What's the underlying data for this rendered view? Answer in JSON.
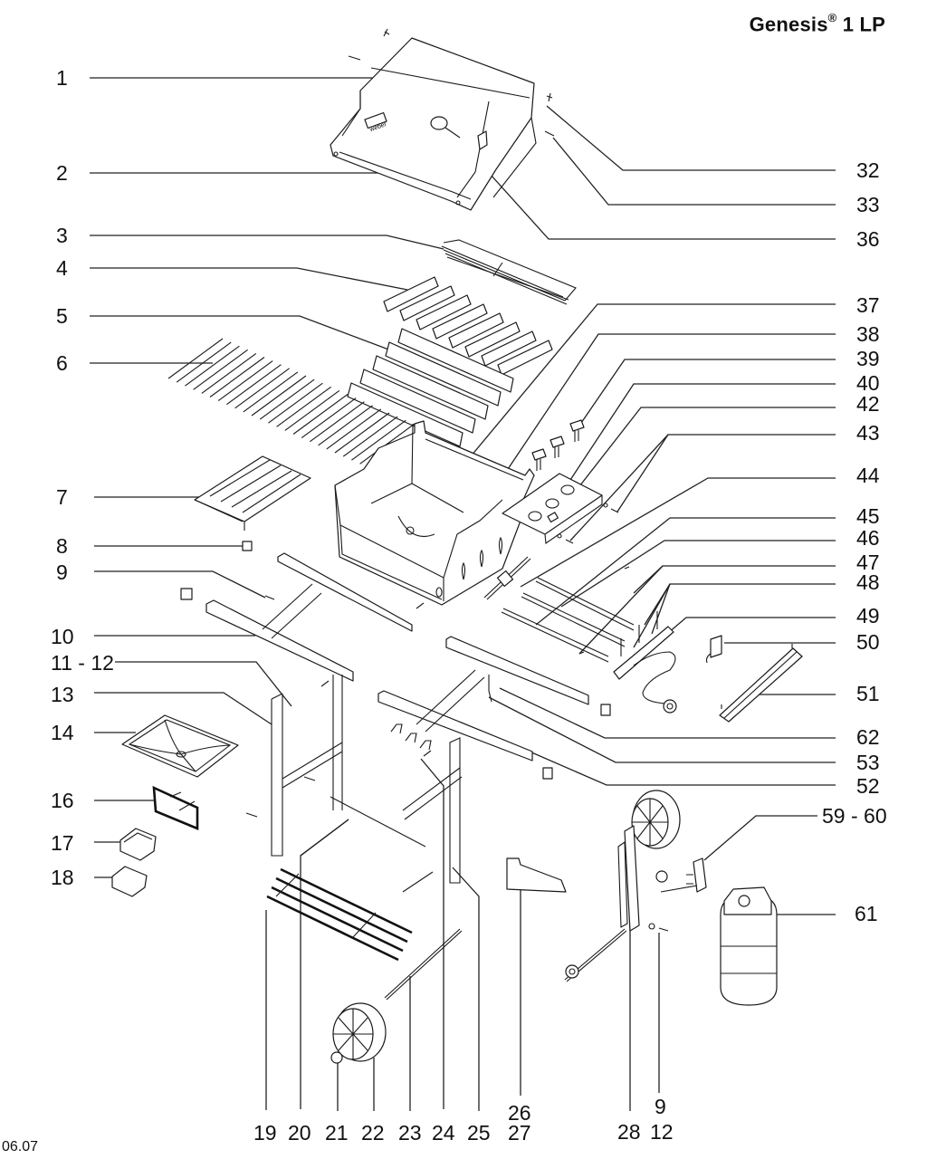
{
  "title": {
    "name": "Genesis",
    "mark": "®",
    "model": "1 LP"
  },
  "date_code": "06.07",
  "callouts": {
    "left": [
      {
        "id": "1",
        "label": "1",
        "part": "lid"
      },
      {
        "id": "2",
        "label": "2",
        "part": "lid-front-trim"
      },
      {
        "id": "3",
        "label": "3",
        "part": "warming-rack"
      },
      {
        "id": "4",
        "label": "4",
        "part": "briquette-bars-short"
      },
      {
        "id": "5",
        "label": "5",
        "part": "flavorizer-bars"
      },
      {
        "id": "6",
        "label": "6",
        "part": "cooking-grate"
      },
      {
        "id": "7",
        "label": "7",
        "part": "catch-pan-tray"
      },
      {
        "id": "8",
        "label": "8",
        "part": "end-cap"
      },
      {
        "id": "9",
        "label": "9",
        "part": "bolt"
      },
      {
        "id": "10",
        "label": "10",
        "part": "frame-rail-left"
      },
      {
        "id": "11-12",
        "label": "11 - 12",
        "part": "bolt-nut"
      },
      {
        "id": "13",
        "label": "13",
        "part": "leg-left-front"
      },
      {
        "id": "14",
        "label": "14",
        "part": "bottom-tray"
      },
      {
        "id": "16",
        "label": "16",
        "part": "catch-pan-holder"
      },
      {
        "id": "17",
        "label": "17",
        "part": "catch-pan"
      },
      {
        "id": "18",
        "label": "18",
        "part": "drip-pan-liner"
      }
    ],
    "right": [
      {
        "id": "32",
        "label": "32",
        "part": "lid-pin"
      },
      {
        "id": "33",
        "label": "33",
        "part": "lid-bolt"
      },
      {
        "id": "36",
        "label": "36",
        "part": "thermometer"
      },
      {
        "id": "37",
        "label": "37",
        "part": "igniter-collector"
      },
      {
        "id": "38",
        "label": "38",
        "part": "cookbox"
      },
      {
        "id": "39",
        "label": "39",
        "part": "control-knobs"
      },
      {
        "id": "40",
        "label": "40",
        "part": "control-panel"
      },
      {
        "id": "42",
        "label": "42",
        "part": "igniter-button"
      },
      {
        "id": "43",
        "label": "43",
        "part": "panel-screws"
      },
      {
        "id": "44",
        "label": "44",
        "part": "crossover-tube"
      },
      {
        "id": "45",
        "label": "45",
        "part": "burner-front"
      },
      {
        "id": "46",
        "label": "46",
        "part": "burner-middle"
      },
      {
        "id": "47",
        "label": "47",
        "part": "burner-screws"
      },
      {
        "id": "48",
        "label": "48",
        "part": "valves"
      },
      {
        "id": "49",
        "label": "49",
        "part": "manifold-hose-regulator"
      },
      {
        "id": "50",
        "label": "50",
        "part": "side-bracket"
      },
      {
        "id": "51",
        "label": "51",
        "part": "heat-deflector"
      },
      {
        "id": "62",
        "label": "62",
        "part": "igniter-electrode"
      },
      {
        "id": "53",
        "label": "53",
        "part": "frame-rail-right"
      },
      {
        "id": "52",
        "label": "52",
        "part": "cross-rail"
      },
      {
        "id": "59-60",
        "label": "59 - 60",
        "part": "fuel-scale"
      },
      {
        "id": "61",
        "label": "61",
        "part": "lp-tank"
      }
    ],
    "bottom": [
      {
        "id": "19",
        "label": "19",
        "part": "bottom-shelf-rack"
      },
      {
        "id": "20",
        "label": "20",
        "part": "bottom-shelf-panel"
      },
      {
        "id": "21",
        "label": "21",
        "part": "hub-cap"
      },
      {
        "id": "22",
        "label": "22",
        "part": "wheel"
      },
      {
        "id": "23",
        "label": "23",
        "part": "axle"
      },
      {
        "id": "24",
        "label": "24",
        "part": "leg-right-front"
      },
      {
        "id": "25",
        "label": "25",
        "part": "leg-right-rear"
      },
      {
        "id": "26",
        "label": "26",
        "part": "tank-bracket",
        "stack": "27"
      },
      {
        "id": "27",
        "label": "27",
        "part": "tank-bracket-alt"
      },
      {
        "id": "28",
        "label": "28",
        "part": "wheel-frame-panel"
      },
      {
        "id": "9b",
        "label": "9",
        "part": "bolt",
        "stack": "12"
      },
      {
        "id": "12b",
        "label": "12",
        "part": "nut"
      }
    ]
  },
  "brand_badge": "weber"
}
